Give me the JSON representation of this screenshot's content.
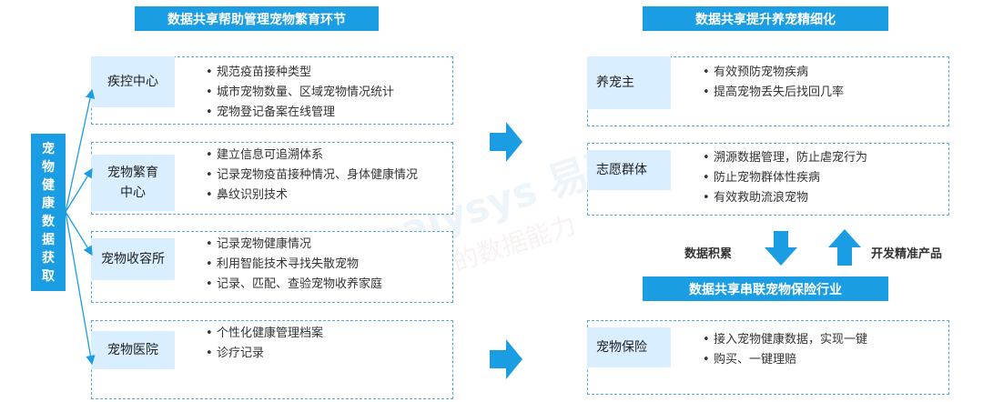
{
  "left_header": "数据共享帮助管理宠物繁育环节",
  "right_header_top": "数据共享提升养宠精细化",
  "right_header_mid": "数据共享串联宠物保险行业",
  "source_chars": [
    "宠",
    "物",
    "健",
    "康",
    "数",
    "据",
    "获",
    "取"
  ],
  "left_blocks": [
    {
      "label": "疾控中心",
      "items": [
        "规范疫苗接种类型",
        "城市宠物数量、区域宠物情况统计",
        "宠物登记备案在线管理"
      ]
    },
    {
      "label": "宠物繁育中心",
      "label_lines": [
        "宠物繁育",
        "中心"
      ],
      "items": [
        "建立信息可追溯体系",
        "记录宠物疫苗接种情况、身体健康情况",
        "鼻纹识别技术"
      ]
    },
    {
      "label": "宠物收容所",
      "items": [
        "记录宠物健康情况",
        "利用智能技术寻找失散宠物",
        "记录、匹配、查验宠物收养家庭"
      ]
    },
    {
      "label": "宠物医院",
      "items": [
        "个性化健康管理档案",
        "诊疗记录"
      ]
    }
  ],
  "right_blocks": [
    {
      "label": "养宠主",
      "items": [
        "有效预防宠物疾病",
        "提高宠物丢失后找回几率"
      ]
    },
    {
      "label": "志愿群体",
      "items": [
        "溯源数据管理，防止虐宠行为",
        "防止宠物群体性疾病",
        "有效救助流浪宠物"
      ]
    },
    {
      "label": "宠物保险",
      "items": [
        "接入宠物健康数据，实现一键",
        "购买、一键理赔"
      ]
    }
  ],
  "flow_down_label": "数据积累",
  "flow_up_label": "开发精准产品",
  "bullet": "•",
  "watermark_main": "Analysys 易观",
  "watermark_sub": "你要的数据能力",
  "colors": {
    "accent": "#1a9de3",
    "label_bg": "#d9efff",
    "dashed_border": "#5aa9de"
  }
}
